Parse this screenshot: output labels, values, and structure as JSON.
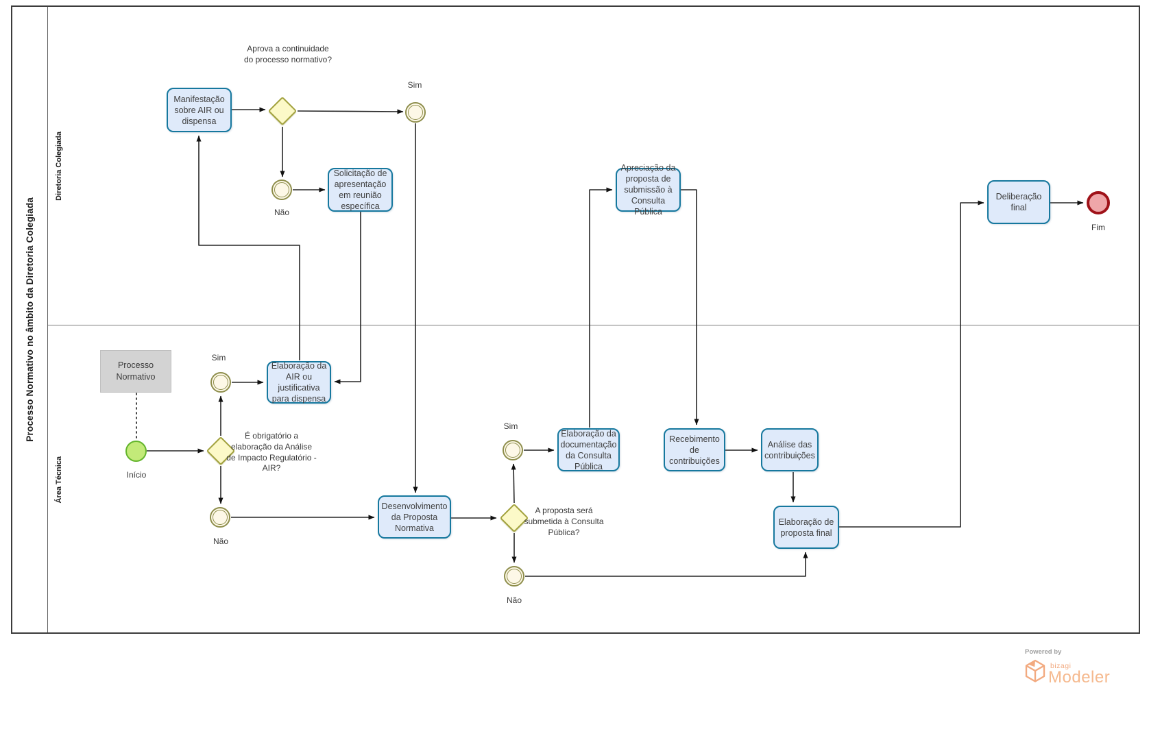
{
  "pool": {
    "title": "Processo Normativo no âmbito da Diretoria Colegiada"
  },
  "lanes": [
    {
      "label": "Diretoria Colegiada"
    },
    {
      "label": "Área Técnica"
    }
  ],
  "artifact": {
    "processo_normativo": "Processo Normativo"
  },
  "events": {
    "inicio": "Início",
    "fim": "Fim"
  },
  "labels": {
    "sim": "Sim",
    "nao": "Não"
  },
  "gateways": {
    "aprova": "Aprova a continuidade do processo normativo?",
    "obrigatorio_air": "É obrigatório a elaboração da Análise de Impacto Regulatório - AIR?",
    "consulta_publica": "A proposta será submetida à Consulta Pública?"
  },
  "tasks": {
    "manifestacao": "Manifestação sobre AIR ou dispensa",
    "solicitacao": "Solicitação de apresentação em reunião específica",
    "apreciacao": "Apreciação da proposta de submissão à Consulta Pública",
    "deliberacao": "Deliberação final",
    "elaboracao_air": "Elaboração da AIR ou justificativa para dispensa",
    "desenvolvimento": "Desenvolvimento da Proposta Normativa",
    "elab_documentacao": "Elaboração da documentação da Consulta Pública",
    "recebimento": "Recebimento de contribuições",
    "analise": "Análise das contribuições",
    "proposta_final": "Elaboração de proposta final"
  },
  "branding": {
    "powered_by": "Powered by",
    "brand": "bizagi",
    "product": "Modeler"
  },
  "colors": {
    "task_fill": "#dfeafa",
    "task_border": "#16789e",
    "gateway_fill": "#fcf9c8",
    "gateway_border": "#a2a23e",
    "link_event_ring": "#8e8e4c",
    "link_event_fill": "#fdf8e7",
    "start_fill": "#c3ea79",
    "start_border": "#64b52d",
    "end_fill": "#efa6a9",
    "end_border": "#9f1219",
    "artifact_fill": "#d3d3d3",
    "brand_orange": "#f5b98e"
  }
}
